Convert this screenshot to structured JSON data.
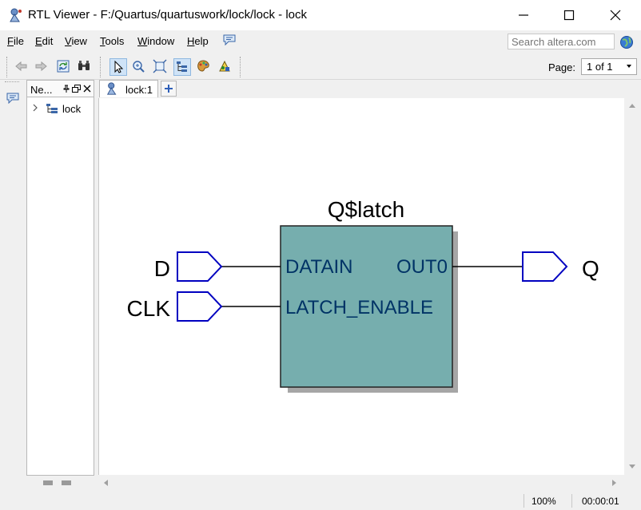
{
  "window": {
    "title": "RTL Viewer - F:/Quartus/quartuswork/lock/lock - lock",
    "icons": [
      "app-icon",
      "minimize-icon",
      "maximize-icon",
      "close-icon"
    ]
  },
  "menu": {
    "file": {
      "underline": "F",
      "rest": "ile"
    },
    "edit": {
      "underline": "E",
      "rest": "dit"
    },
    "view": {
      "underline": "V",
      "rest": "iew"
    },
    "tools": {
      "underline": "T",
      "rest": "ools"
    },
    "window": {
      "underline": "W",
      "rest": "indow"
    },
    "help": {
      "underline": "H",
      "rest": "elp"
    }
  },
  "search": {
    "placeholder": "Search altera.com"
  },
  "toolbar": {
    "icons": [
      "back-icon",
      "forward-icon",
      "refresh-icon",
      "find-icon",
      "select-icon",
      "zoom-icon",
      "fit-icon",
      "hierarchy-icon",
      "color-icon",
      "netlist-icon"
    ],
    "page_label": "Page:",
    "page_value": "1 of 1"
  },
  "navigator": {
    "title": "Ne...",
    "tree_item": "lock"
  },
  "tabs": {
    "doc_tab": "lock:1"
  },
  "schematic": {
    "block_name": "Q$latch",
    "inputs": [
      "D",
      "CLK"
    ],
    "output": "Q",
    "ports_in": [
      "DATAIN",
      "LATCH_ENABLE"
    ],
    "port_out": "OUT0",
    "colors": {
      "block_fill": "#76aeae",
      "block_shadow": "#a6a6a6",
      "pin_stroke": "#0000c0",
      "port_text": "#003366"
    }
  },
  "status": {
    "zoom": "100%",
    "time": "00:00:01"
  }
}
